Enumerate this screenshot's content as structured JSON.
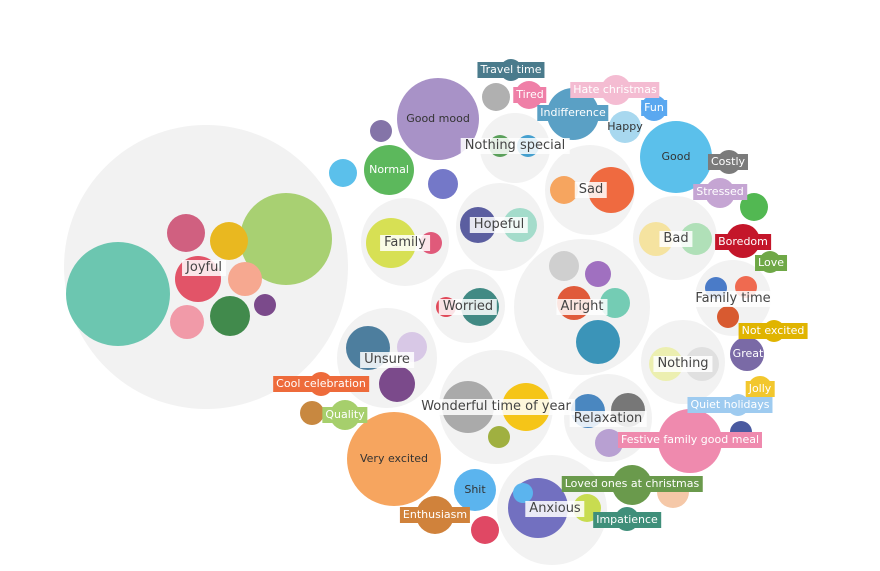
{
  "clusters": [
    {
      "id": "joyful",
      "label": "Joyful"
    },
    {
      "id": "nothing-special",
      "label": "Nothing special"
    },
    {
      "id": "sad",
      "label": "Sad"
    },
    {
      "id": "family",
      "label": "Family"
    },
    {
      "id": "hopeful",
      "label": "Hopeful"
    },
    {
      "id": "bad",
      "label": "Bad"
    },
    {
      "id": "worried",
      "label": "Worried"
    },
    {
      "id": "alright",
      "label": "Alright"
    },
    {
      "id": "family-time",
      "label": "Family time"
    },
    {
      "id": "unsure",
      "label": "Unsure"
    },
    {
      "id": "nothing",
      "label": "Nothing"
    },
    {
      "id": "wonderful-time",
      "label": "Wonderful time of year"
    },
    {
      "id": "relaxation",
      "label": "Relaxation"
    },
    {
      "id": "anxious",
      "label": "Anxious"
    }
  ],
  "bubbles": [
    {
      "id": "good-mood",
      "label": "Good mood",
      "color": "#a892c7",
      "style": "plain"
    },
    {
      "id": "normal",
      "label": "Normal",
      "color": "#5cb85c",
      "style": "dark"
    },
    {
      "id": "good",
      "label": "Good",
      "color": "#5bc0eb",
      "style": "plain"
    },
    {
      "id": "very-excited",
      "label": "Very excited",
      "color": "#f6a55f",
      "style": "plain"
    },
    {
      "id": "shit",
      "label": "Shit",
      "color": "#5bb4ee",
      "style": "plain"
    },
    {
      "id": "great",
      "label": "Great",
      "color": "#7a6aa6",
      "style": "dark"
    },
    {
      "id": "indifference",
      "label": "Indifference",
      "color": "#5aa0c5",
      "style": "tagged"
    },
    {
      "id": "happy",
      "label": "Happy",
      "color": "#a8d8ef",
      "style": "plain"
    },
    {
      "id": "fun",
      "label": "Fun",
      "color": "#5aa8f0",
      "style": "tagged"
    },
    {
      "id": "hate-christmas",
      "label": "Hate christmas",
      "color": "#f4bcd2",
      "style": "tagged"
    },
    {
      "id": "tired",
      "label": "Tired",
      "color": "#ef7fa7",
      "style": "tagged"
    },
    {
      "id": "travel-time",
      "label": "Travel time",
      "color": "#4a7b8c",
      "style": "tagged"
    },
    {
      "id": "costly",
      "label": "Costly",
      "color": "#7b7b7b",
      "style": "tagged"
    },
    {
      "id": "stressed",
      "label": "Stressed",
      "color": "#c5a5d3",
      "style": "tagged"
    },
    {
      "id": "boredom",
      "label": "Boredom",
      "color": "#c4162a",
      "style": "tagged"
    },
    {
      "id": "love",
      "label": "Love",
      "color": "#6fa847",
      "style": "tagged"
    },
    {
      "id": "not-excited",
      "label": "Not excited",
      "color": "#e0b400",
      "style": "tagged"
    },
    {
      "id": "jolly",
      "label": "Jolly",
      "color": "#f2c72e",
      "style": "tagged"
    },
    {
      "id": "quiet-holidays",
      "label": "Quiet holidays",
      "color": "#9ecbf0",
      "style": "tagged"
    },
    {
      "id": "festive-family-good-meal",
      "label": "Festive family good meal",
      "color": "#ef8aae",
      "style": "tagged"
    },
    {
      "id": "loved-ones-at-christmas",
      "label": "Loved ones at christmas",
      "color": "#6a9a4c",
      "style": "tagged"
    },
    {
      "id": "impatience",
      "label": "Impatience",
      "color": "#3f8f7a",
      "style": "tagged"
    },
    {
      "id": "enthusiasm",
      "label": "Enthusiasm",
      "color": "#d0823b",
      "style": "tagged"
    },
    {
      "id": "cool-celebration",
      "label": "Cool celebration",
      "color": "#ee6b3b",
      "style": "tagged"
    },
    {
      "id": "quality",
      "label": "Quality",
      "color": "#a6cf6c",
      "style": "tagged"
    }
  ]
}
